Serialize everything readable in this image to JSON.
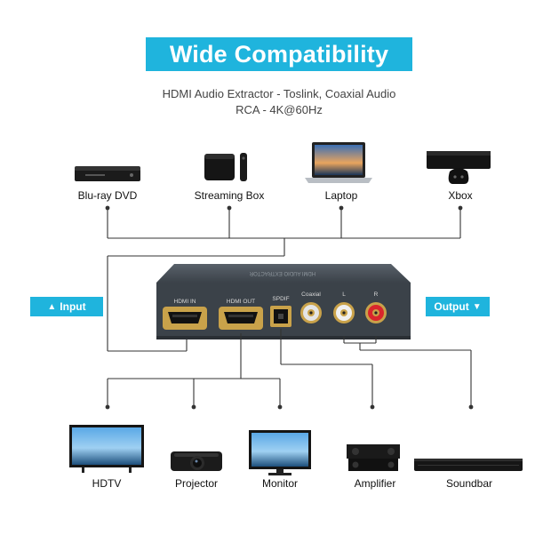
{
  "title": "Wide Compatibility",
  "subtitle": {
    "line1": "HDMI Audio Extractor - Toslink, Coaxial Audio",
    "line2": "RCA - 4K@60Hz"
  },
  "input_tag": {
    "arrow": "▲",
    "label": "Input"
  },
  "output_tag": {
    "label": "Output",
    "arrow": "▼"
  },
  "sources": [
    {
      "label": "Blu-ray DVD",
      "icon": "bluray-player-icon"
    },
    {
      "label": "Streaming Box",
      "icon": "streaming-box-icon"
    },
    {
      "label": "Laptop",
      "icon": "laptop-icon"
    },
    {
      "label": "Xbox",
      "icon": "xbox-icon"
    }
  ],
  "outputs": [
    {
      "label": "HDTV",
      "icon": "hdtv-icon"
    },
    {
      "label": "Projector",
      "icon": "projector-icon"
    },
    {
      "label": "Monitor",
      "icon": "monitor-icon"
    },
    {
      "label": "Amplifier",
      "icon": "amplifier-icon"
    },
    {
      "label": "Soundbar",
      "icon": "soundbar-icon"
    }
  ],
  "device": {
    "port_hdmi_in": "HDMI IN",
    "port_hdmi_out": "HDMI OUT",
    "port_spdif": "SPDIF",
    "port_coaxial": "Coaxial",
    "port_l": "L",
    "port_r": "R"
  },
  "colors": {
    "accent": "#1fb4dd",
    "device_body": "#3b4249",
    "port_gold": "#c9a24a"
  }
}
